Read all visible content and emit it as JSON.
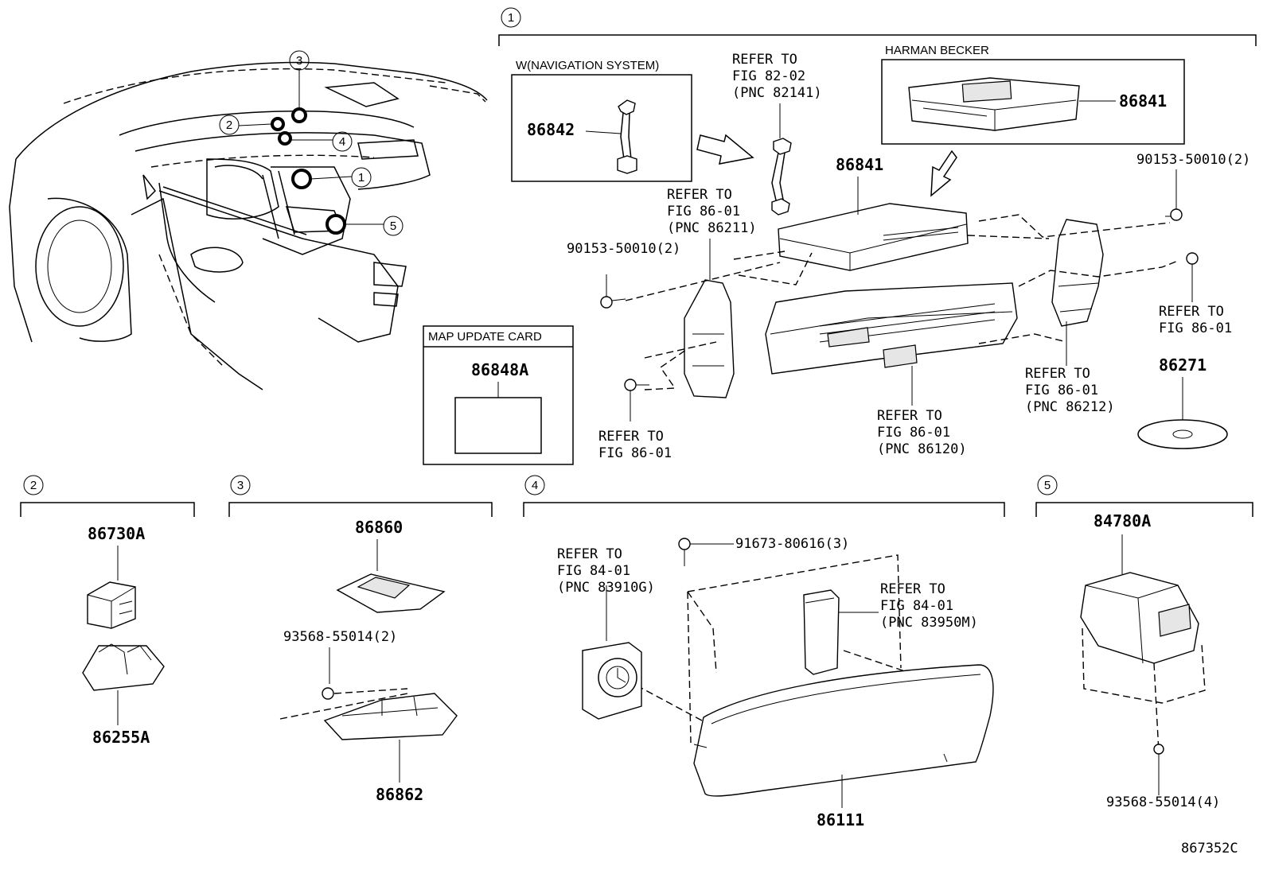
{
  "sections": {
    "s1": {
      "num": "1",
      "nav_box_title": "W(NAVIGATION SYSTEM)",
      "harman_box_title": "HARMAN BECKER",
      "map_card_title": "MAP UPDATE CARD"
    },
    "s2": {
      "num": "2"
    },
    "s3": {
      "num": "3"
    },
    "s4": {
      "num": "4"
    },
    "s5": {
      "num": "5"
    }
  },
  "car_callouts": [
    "1",
    "2",
    "3",
    "4",
    "5"
  ],
  "parts": {
    "p86842": "86842",
    "p86841_harman": "86841",
    "p86841": "86841",
    "p90153_left": "90153-50010(2)",
    "p90153_right": "90153-50010(2)",
    "p86271": "86271",
    "p86848A": "86848A",
    "p86730A": "86730A",
    "p86255A": "86255A",
    "p86860": "86860",
    "p93568_s3": "93568-55014(2)",
    "p86862": "86862",
    "p91673": "91673-80616(3)",
    "p86111": "86111",
    "p84780A": "84780A",
    "p93568_s5": "93568-55014(4)"
  },
  "refs": {
    "r_82141": [
      "REFER TO",
      "FIG 82-02",
      "(PNC 82141)"
    ],
    "r_86211": [
      "REFER TO",
      "FIG 86-01",
      "(PNC 86211)"
    ],
    "r_8601_left": [
      "REFER TO",
      "FIG 86-01"
    ],
    "r_86120": [
      "REFER TO",
      "FIG 86-01",
      "(PNC 86120)"
    ],
    "r_86212": [
      "REFER TO",
      "FIG 86-01",
      "(PNC 86212)"
    ],
    "r_8601_right": [
      "REFER TO",
      "FIG 86-01"
    ],
    "r_83910G": [
      "REFER TO",
      "FIG 84-01",
      "(PNC 83910G)"
    ],
    "r_83950M": [
      "REFER TO",
      "FIG 84-01",
      "(PNC 83950M)"
    ]
  },
  "figure_id": "867352C"
}
